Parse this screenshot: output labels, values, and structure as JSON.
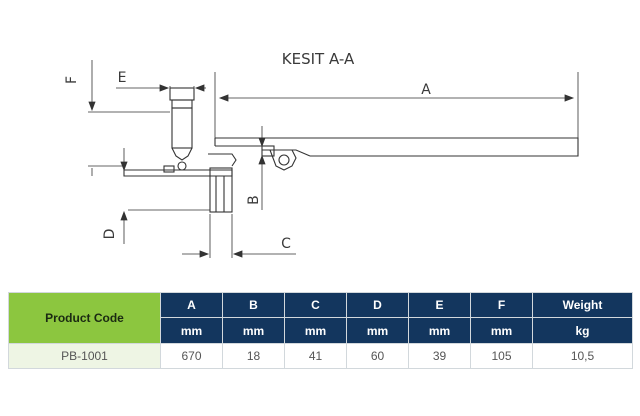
{
  "drawing": {
    "title": "KESIT A-A",
    "dimensions": {
      "a": "A",
      "b": "B",
      "c": "C",
      "d": "D",
      "e": "E",
      "f": "F"
    }
  },
  "table": {
    "product_code_header": "Product Code",
    "columns": [
      {
        "label": "A",
        "unit": "mm"
      },
      {
        "label": "B",
        "unit": "mm"
      },
      {
        "label": "C",
        "unit": "mm"
      },
      {
        "label": "D",
        "unit": "mm"
      },
      {
        "label": "E",
        "unit": "mm"
      },
      {
        "label": "F",
        "unit": "mm"
      },
      {
        "label": "Weight",
        "unit": "kg"
      }
    ],
    "rows": [
      {
        "code": "PB-1001",
        "values": [
          "670",
          "18",
          "41",
          "60",
          "39",
          "105",
          "10,5"
        ]
      }
    ]
  },
  "colors": {
    "header_navy": "#13365e",
    "header_green": "#8cc63f",
    "row_tint": "#eef5e4",
    "line": "#333333"
  }
}
